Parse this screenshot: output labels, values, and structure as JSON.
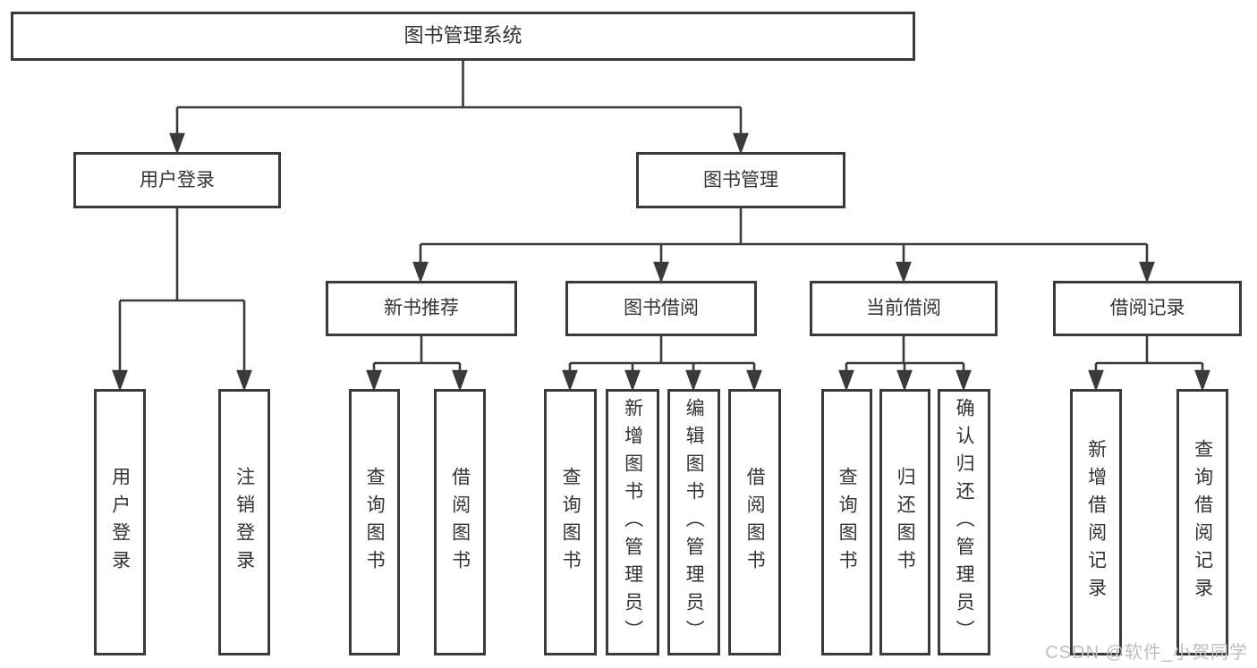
{
  "diagram": {
    "type": "hierarchy",
    "colors": {
      "line": "#3a3a3a",
      "border": "#3a3a3a",
      "text": "#333333",
      "background": "#ffffff",
      "watermark": "#bfbfbf"
    },
    "watermark": "CSDN @软件_小贺同学",
    "tree": {
      "label": "图书管理系统",
      "children": [
        {
          "label": "用户登录",
          "children": [
            {
              "label": "用户登录"
            },
            {
              "label": "注销登录"
            }
          ]
        },
        {
          "label": "图书管理",
          "children": [
            {
              "label": "新书推荐",
              "children": [
                {
                  "label": "查询图书"
                },
                {
                  "label": "借阅图书"
                }
              ]
            },
            {
              "label": "图书借阅",
              "children": [
                {
                  "label": "查询图书"
                },
                {
                  "label": "新增图书（管理员）"
                },
                {
                  "label": "编辑图书（管理员）"
                },
                {
                  "label": "借阅图书"
                }
              ]
            },
            {
              "label": "当前借阅",
              "children": [
                {
                  "label": "查询图书"
                },
                {
                  "label": "归还图书"
                },
                {
                  "label": "确认归还（管理员）"
                }
              ]
            },
            {
              "label": "借阅记录",
              "children": [
                {
                  "label": "新增借阅记录"
                },
                {
                  "label": "查询借阅记录"
                }
              ]
            }
          ]
        }
      ]
    }
  }
}
